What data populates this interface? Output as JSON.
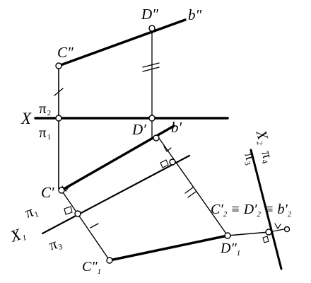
{
  "labels": {
    "D_front": "D″",
    "b_front": "b″",
    "C_front": "C″",
    "X": "X",
    "pi2": "π",
    "pi2_sub": "2",
    "pi1": "π",
    "pi1_sub": "1",
    "D_top": "D′",
    "b_top": "b′",
    "C_top": "C′",
    "X2": "X",
    "X2_sub": "2",
    "pi4": "π",
    "pi4_sub": "4",
    "pi3_right": "π",
    "pi3_right_sub": "3",
    "point_main": "C′",
    "point_main_sub": "2",
    "equiv1": " ≡ D′",
    "equiv1_sub": "2",
    "equiv2": " ≡ b′",
    "equiv2_sub": "2",
    "pi1_lower": "π",
    "pi1_lower_sub": "1",
    "X1": "X",
    "X1_sub": "1",
    "pi3_lower": "π",
    "pi3_lower_sub": "3",
    "D1": "D″",
    "D1_sub": "1",
    "C1": "C″",
    "C1_sub": "1"
  }
}
